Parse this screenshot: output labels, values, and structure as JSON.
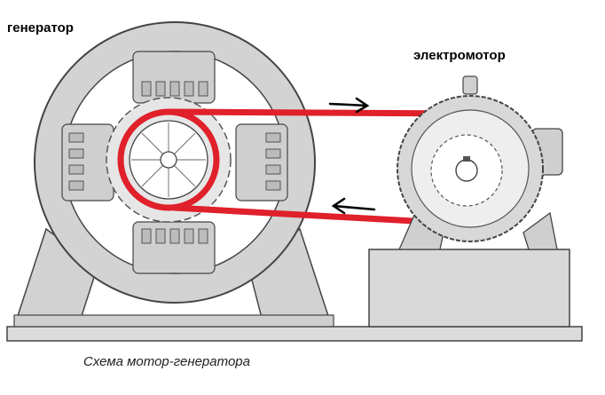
{
  "labels": {
    "generator": "генератор",
    "motor": "электромотор",
    "caption": "Схема мотор-генератора"
  },
  "colors": {
    "belt": "#e0202a",
    "frame_fill": "#d6d6d6",
    "stroke": "#3a3a3a",
    "base_fill": "#d9d9d9"
  },
  "icons": {
    "arrow_top": "arrow-right-icon",
    "arrow_bottom": "arrow-left-icon"
  }
}
